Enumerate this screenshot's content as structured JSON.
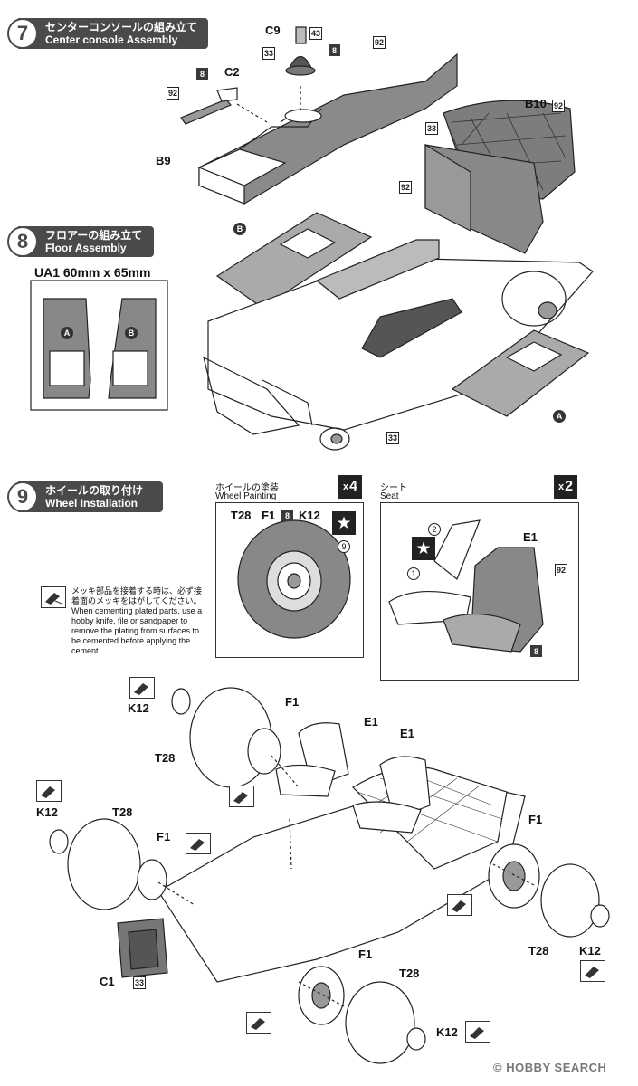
{
  "steps": {
    "s7": {
      "num": "7",
      "jp": "センターコンソールの組み立て",
      "en": "Center console Assembly"
    },
    "s8": {
      "num": "8",
      "jp": "フロアーの組み立て",
      "en": "Floor Assembly"
    },
    "s9": {
      "num": "9",
      "jp": "ホイールの取り付け",
      "en": "Wheel Installation"
    }
  },
  "decal": {
    "label": "UA1 60mm x 65mm",
    "mark_a": "A",
    "mark_b": "B"
  },
  "wheel_painting": {
    "jp": "ホイールの塗装",
    "en": "Wheel Painting",
    "mult": "4",
    "parts": [
      "T28",
      "F1",
      "8",
      "K12"
    ],
    "badge": "9"
  },
  "seat": {
    "jp": "シート",
    "en": "Seat",
    "mult": "2",
    "part": "E1",
    "paint_a": "92",
    "paint_b": "8",
    "n1": "1",
    "n2": "2"
  },
  "note": {
    "jp": "メッキ部品を接着する時は、必ず接着面のメッキをはがしてください。",
    "en": "When cementing plated parts, use a hobby knife, file or sandpaper to remove the plating from surfaces to be cemented before applying the cement."
  },
  "labels7": {
    "c9": "C9",
    "p43": "43",
    "p8a": "8",
    "p33a": "33",
    "p92a": "92",
    "p8b": "8",
    "c2": "C2",
    "p92b": "92",
    "b9": "B9",
    "b10": "B10",
    "p92c": "92",
    "p33b": "33",
    "p92d": "92"
  },
  "labels8": {
    "b": "B",
    "a": "A",
    "p33": "33"
  },
  "labels9": {
    "k12a": "K12",
    "f1a": "F1",
    "t28a": "T28",
    "e1a": "E1",
    "e1b": "E1",
    "k12b": "K12",
    "t28b": "T28",
    "f1b": "F1",
    "f1c": "F1",
    "t28c": "T28",
    "k12c": "K12",
    "c1": "C1",
    "p33": "33",
    "f1d": "F1",
    "t28d": "T28",
    "k12d": "K12"
  },
  "watermark": "HOBBY SEARCH"
}
